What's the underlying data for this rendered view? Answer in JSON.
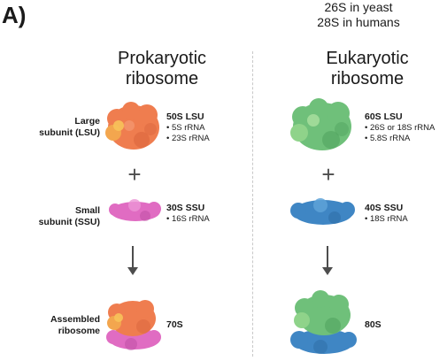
{
  "panel_label": "A)",
  "annotation": {
    "line1": "26S in yeast",
    "line2": "28S in humans"
  },
  "columns": {
    "prokaryotic": {
      "title_line1": "Prokaryotic",
      "title_line2": "ribosome"
    },
    "eukaryotic": {
      "title_line1": "Eukaryotic",
      "title_line2": "ribosome"
    }
  },
  "row_labels": {
    "large": {
      "line1": "Large",
      "line2": "subunit (LSU)"
    },
    "small": {
      "line1": "Small",
      "line2": "subunit (SSU)"
    },
    "assembled": {
      "line1": "Assembled",
      "line2": "ribosome"
    }
  },
  "prokaryotic": {
    "lsu": {
      "name": "50S LSU",
      "rrnas": [
        "• 5S rRNA",
        "• 23S rRNA"
      ]
    },
    "ssu": {
      "name": "30S SSU",
      "rrnas": [
        "• 16S rRNA"
      ]
    },
    "assembled": {
      "name": "70S"
    }
  },
  "eukaryotic": {
    "lsu": {
      "name": "60S LSU",
      "rrnas": [
        "• 26S or 18S rRNA",
        "• 5.8S rRNA"
      ]
    },
    "ssu": {
      "name": "40S SSU",
      "rrnas": [
        "• 18S rRNA"
      ]
    },
    "assembled": {
      "name": "80S"
    }
  },
  "symbols": {
    "plus": "+"
  },
  "colors": {
    "prok_lsu": "#ef7d4f",
    "prok_ssu": "#e06cc2",
    "euk_lsu": "#6fc07a",
    "euk_ssu": "#3f86c4",
    "arrow": "#4d4d4d"
  }
}
